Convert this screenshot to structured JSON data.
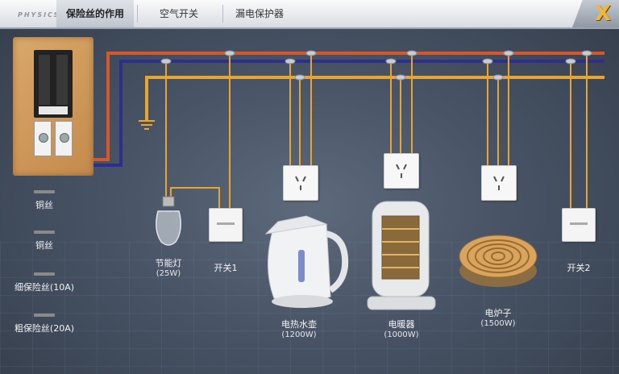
{
  "header": {
    "brand": "PHYSICS",
    "tabs": [
      "保险丝的作用",
      "空气开关",
      "漏电保护器"
    ],
    "active_tab": 0,
    "close_label": "X"
  },
  "fuse_options": [
    {
      "label": "铜丝"
    },
    {
      "label": "铜丝"
    },
    {
      "label": "细保险丝(10A)"
    },
    {
      "label": "粗保险丝(20A)"
    }
  ],
  "devices": {
    "lamp": {
      "name": "节能灯",
      "power": "(25W)"
    },
    "switch1": {
      "name": "开关1"
    },
    "kettle": {
      "name": "电热水壶",
      "power": "(1200W)"
    },
    "heater": {
      "name": "电暖器",
      "power": "(1000W)"
    },
    "stove": {
      "name": "电炉子",
      "power": "(1500W)"
    },
    "switch2": {
      "name": "开关2"
    }
  },
  "colors": {
    "live_wire": "#d9562a",
    "neutral_wire": "#2e2f8c",
    "ground_wire": "#e9a52e",
    "accent_close": "#f0b83a"
  }
}
